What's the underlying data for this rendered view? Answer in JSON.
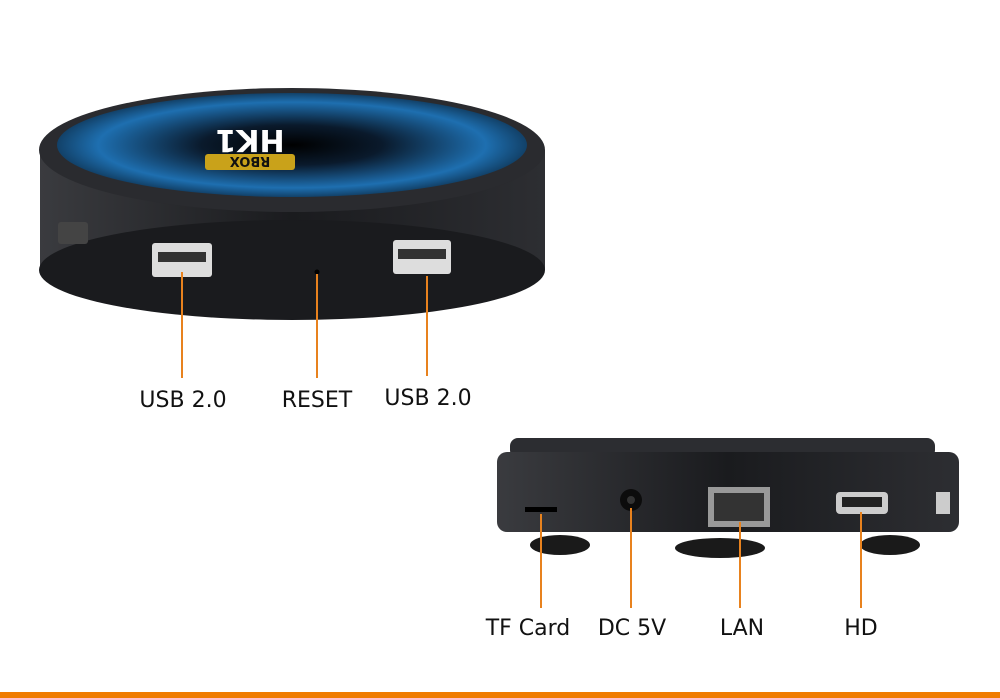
{
  "logo_text": {
    "brand": "HK1",
    "badge": "RBOX"
  },
  "top_view_labels": [
    "USB 2.0",
    "RESET",
    "USB 2.0"
  ],
  "side_view_labels": [
    "TF Card",
    "DC 5V",
    "LAN",
    "HD"
  ],
  "colors": {
    "accent": "#f07c00",
    "callout_line": "#e8821e",
    "device_body": "#1c1d20",
    "top_blue": "#1e6fb0"
  }
}
